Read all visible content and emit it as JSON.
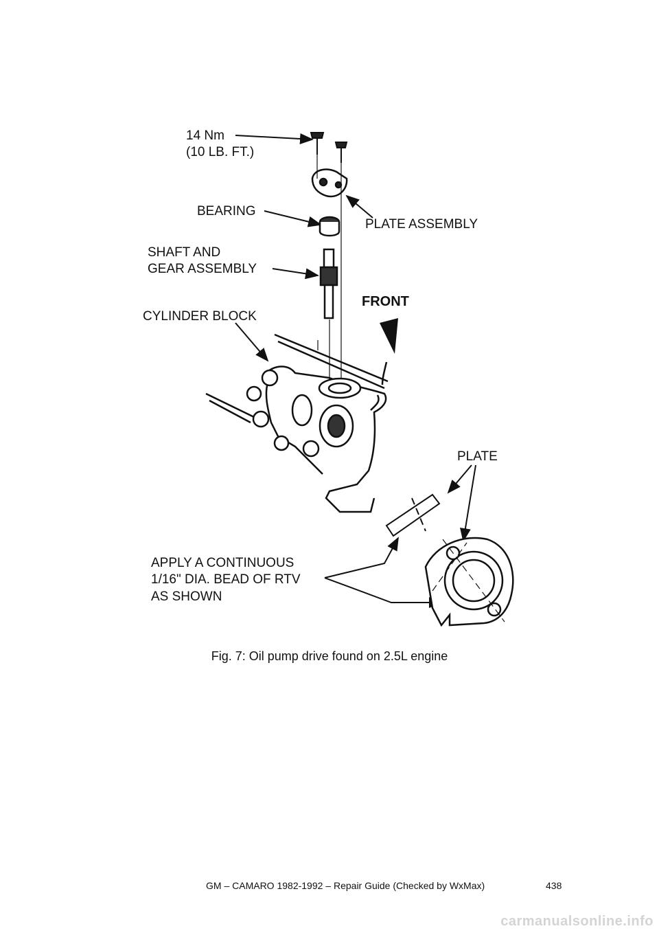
{
  "figure": {
    "labels": {
      "torque_nm": "14 Nm",
      "torque_lbft": "(10 LB. FT.)",
      "bearing": "BEARING",
      "plate_assembly": "PLATE ASSEMBLY",
      "shaft_line1": "SHAFT AND",
      "shaft_line2": "GEAR ASSEMBLY",
      "front": "FRONT",
      "cylinder_block": "CYLINDER BLOCK",
      "plate": "PLATE",
      "rtv_line1": "APPLY A CONTINUOUS",
      "rtv_line2": "1/16\" DIA. BEAD OF RTV",
      "rtv_line3": "AS SHOWN"
    },
    "caption": "Fig. 7: Oil pump drive found on 2.5L engine"
  },
  "footer": {
    "guide_title": "GM – CAMARO 1982-1992 – Repair Guide (Checked by WxMax)",
    "page_number": "438"
  },
  "watermark": "carmanualsonline.info"
}
